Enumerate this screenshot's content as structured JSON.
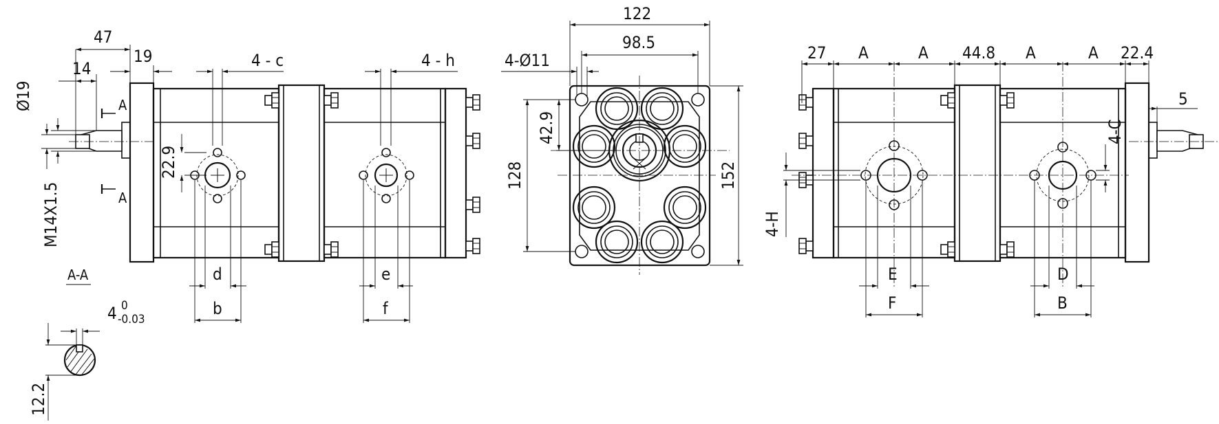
{
  "drawing": {
    "side_view_left": {
      "dim_47": "47",
      "dim_14": "14",
      "dim_19": "19",
      "dim_dia19": "Ø19",
      "thread": "M14X1.5",
      "section_mark_top": "A",
      "section_mark_bottom": "A",
      "section_label": "A-A",
      "dim_4c": "4 - c",
      "dim_4h": "4 - h",
      "dim_22_9": "22.9",
      "dim_d": "d",
      "dim_b": "b",
      "dim_e": "e",
      "dim_f": "f",
      "key_width": "4",
      "key_tol_upper": "0",
      "key_tol_lower": "-0.03",
      "dim_12_2": "12.2"
    },
    "front_view": {
      "dim_122": "122",
      "dim_98_5": "98.5",
      "dim_4_dia11": "4-Ø11",
      "dim_42_9": "42.9",
      "dim_128": "128",
      "dim_152": "152"
    },
    "side_view_right": {
      "dim_27": "27",
      "dim_A1": "A",
      "dim_A2": "A",
      "dim_44_8": "44.8",
      "dim_A3": "A",
      "dim_A4": "A",
      "dim_22_4": "22.4",
      "dim_5": "5",
      "dim_4C": "4-C",
      "dim_4H": "4-H",
      "dim_E": "E",
      "dim_F": "F",
      "dim_D": "D",
      "dim_B": "B"
    }
  }
}
